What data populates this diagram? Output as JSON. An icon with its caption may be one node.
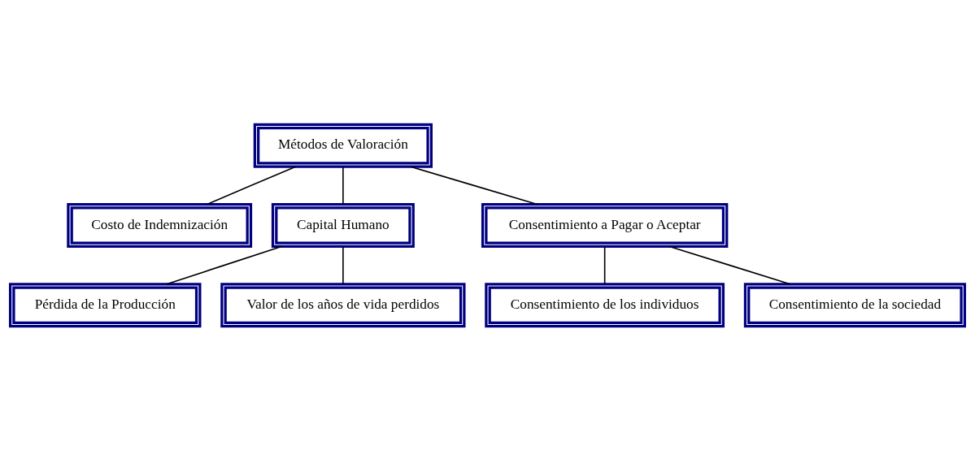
{
  "diagram": {
    "nodes": [
      {
        "text": [
          "Métodos de Valoración"
        ]
      },
      {
        "text": [
          "Costo de Indemnización"
        ]
      },
      {
        "text": [
          "Capital Humano"
        ]
      },
      {
        "text": [
          "Consentimiento a Pagar o Aceptar"
        ]
      },
      {
        "text": [
          "Pérdida de la Producción"
        ]
      },
      {
        "text": [
          "Valor de los años de vida perdidos"
        ]
      },
      {
        "text": [
          "Consentimiento de los individuos"
        ]
      },
      {
        "text": [
          "Consentimiento de la sociedad"
        ]
      }
    ],
    "edges": [
      {
        "from": 0,
        "to": 1,
        "arrow": "none"
      },
      {
        "from": 0,
        "to": 2,
        "arrow": "none"
      },
      {
        "from": 0,
        "to": 3,
        "arrow": "none"
      },
      {
        "from": 2,
        "to": 4,
        "arrow": "none"
      },
      {
        "from": 2,
        "to": 5,
        "arrow": "none"
      },
      {
        "from": 3,
        "to": 6,
        "arrow": "none"
      },
      {
        "from": 3,
        "to": 7,
        "arrow": "none"
      }
    ]
  }
}
